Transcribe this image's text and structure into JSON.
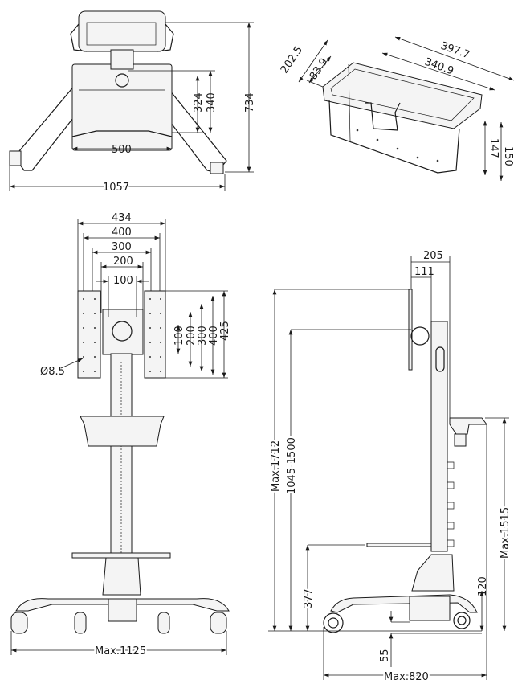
{
  "top_view": {
    "width_plate": "500",
    "height_324": "324",
    "height_340": "340",
    "depth_total": "734",
    "width_total": "1057"
  },
  "basket_view": {
    "depth_outer": "202.5",
    "depth_inner": "83.9",
    "length_outer": "397.7",
    "length_inner": "340.9",
    "height_inner": "147",
    "height_outer": "150"
  },
  "front_view": {
    "width_434": "434",
    "vesa_400": "400",
    "vesa_300": "300",
    "vesa_200": "200",
    "vesa_100": "100",
    "vert_100": "100",
    "vert_200": "200",
    "vert_300": "300",
    "vert_400": "400",
    "vert_425": "425",
    "hole_diameter": "Ø8.5",
    "base_width": "Max.1125"
  },
  "side_view": {
    "depth_205": "205",
    "depth_111": "111",
    "max_height": "Max.1712",
    "height_range": "1045-1500",
    "shelf_height": "377",
    "basket_height": "Max.1515",
    "base_height": "120",
    "clearance": "55",
    "base_depth": "Max.820"
  }
}
